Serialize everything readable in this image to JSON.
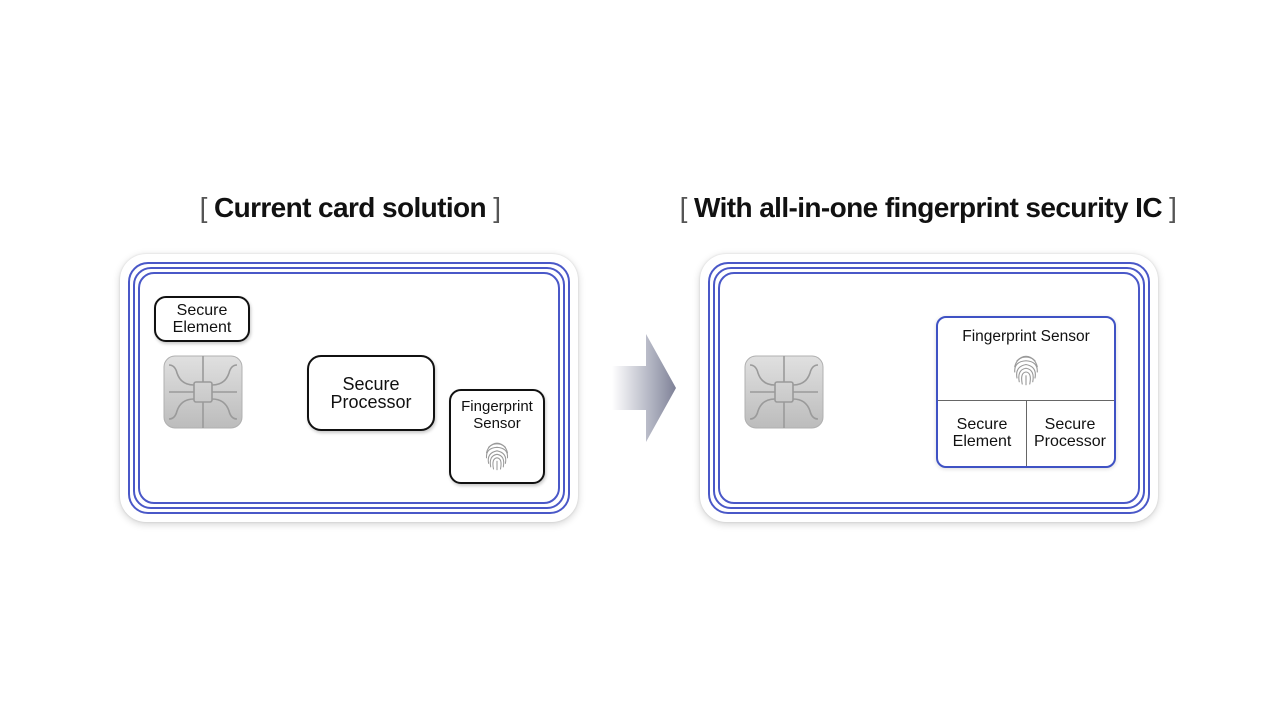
{
  "left_panel": {
    "title": "Current card solution",
    "secure_element": [
      "Secure",
      "Element"
    ],
    "secure_processor": [
      "Secure",
      "Processor"
    ],
    "fingerprint_sensor": [
      "Fingerprint",
      "Sensor"
    ]
  },
  "right_panel": {
    "title": "With all-in-one fingerprint security IC",
    "fingerprint_sensor": "Fingerprint Sensor",
    "secure_element": [
      "Secure",
      "Element"
    ],
    "secure_processor": [
      "Secure",
      "Processor"
    ]
  },
  "colors": {
    "ring": "#4a58c8",
    "combo_border": "#3f52c4",
    "chip_fill": "#cfcfcf",
    "arrow": "#8e91a4"
  },
  "icons": [
    "contact-chip-icon",
    "fingerprint-icon",
    "right-arrow-icon"
  ]
}
